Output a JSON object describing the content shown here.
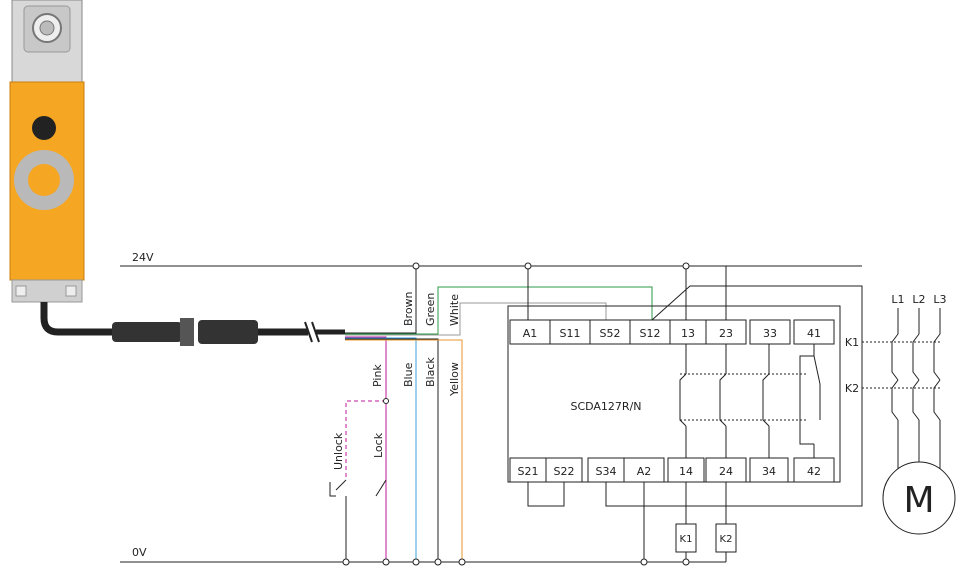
{
  "rails": {
    "v24": "24V",
    "v0": "0V"
  },
  "wires": {
    "brown": "Brown",
    "green": "Green",
    "white": "White",
    "pink": "Pink",
    "blue": "Blue",
    "black": "Black",
    "yellow": "Yellow"
  },
  "switches": {
    "unlock": "Unlock",
    "lock": "Lock"
  },
  "relay": {
    "model": "SCDA127R/N",
    "top_terminals": [
      "A1",
      "S11",
      "S52",
      "S12",
      "13",
      "23",
      "33",
      "41"
    ],
    "bottom_terminals": [
      "S21",
      "S22",
      "S34",
      "A2",
      "14",
      "24",
      "34",
      "42"
    ]
  },
  "contactors": {
    "k1": "K1",
    "k2": "K2"
  },
  "phases": [
    "L1",
    "L2",
    "L3"
  ],
  "motor": "M",
  "colors": {
    "device_orange": "#f5a623",
    "wire_green": "#2e9a4a",
    "wire_white": "#9a9a9a",
    "wire_pink": "#c2189a",
    "wire_blue": "#3aa0d8",
    "wire_yellow": "#e8962e",
    "line": "#222222"
  }
}
